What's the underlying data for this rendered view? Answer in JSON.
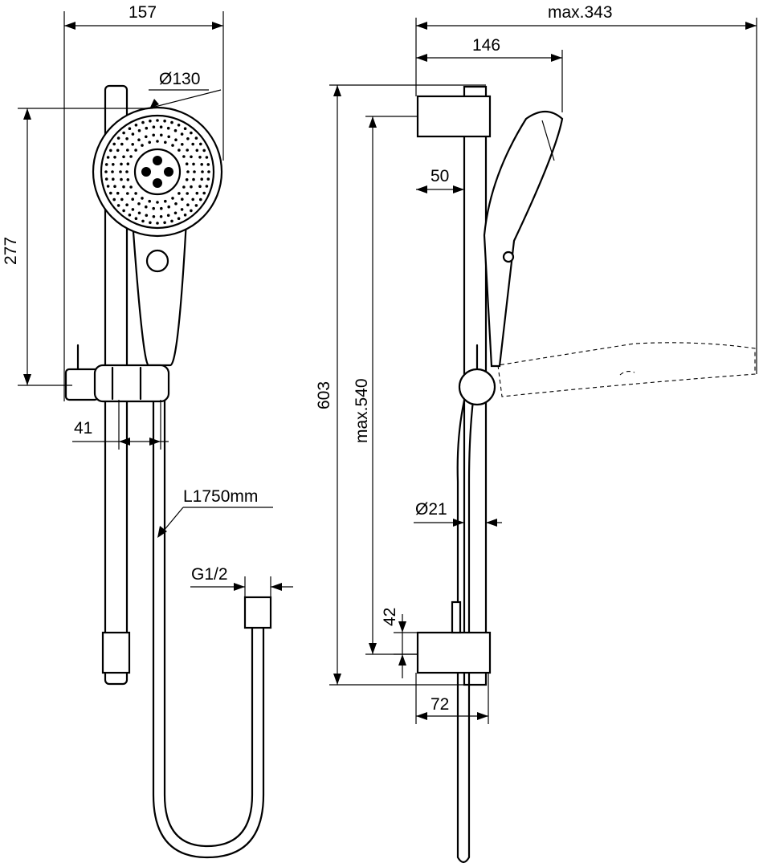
{
  "dimensions": {
    "d157": "157",
    "d130": "Ø130",
    "d277": "277",
    "d41": "41",
    "hose_length": "L1750mm",
    "thread": "G1/2",
    "d343": "max.343",
    "d146": "146",
    "d50": "50",
    "d603": "603",
    "d540": "max.540",
    "d21": "Ø21",
    "d42": "42",
    "d72": "72"
  }
}
